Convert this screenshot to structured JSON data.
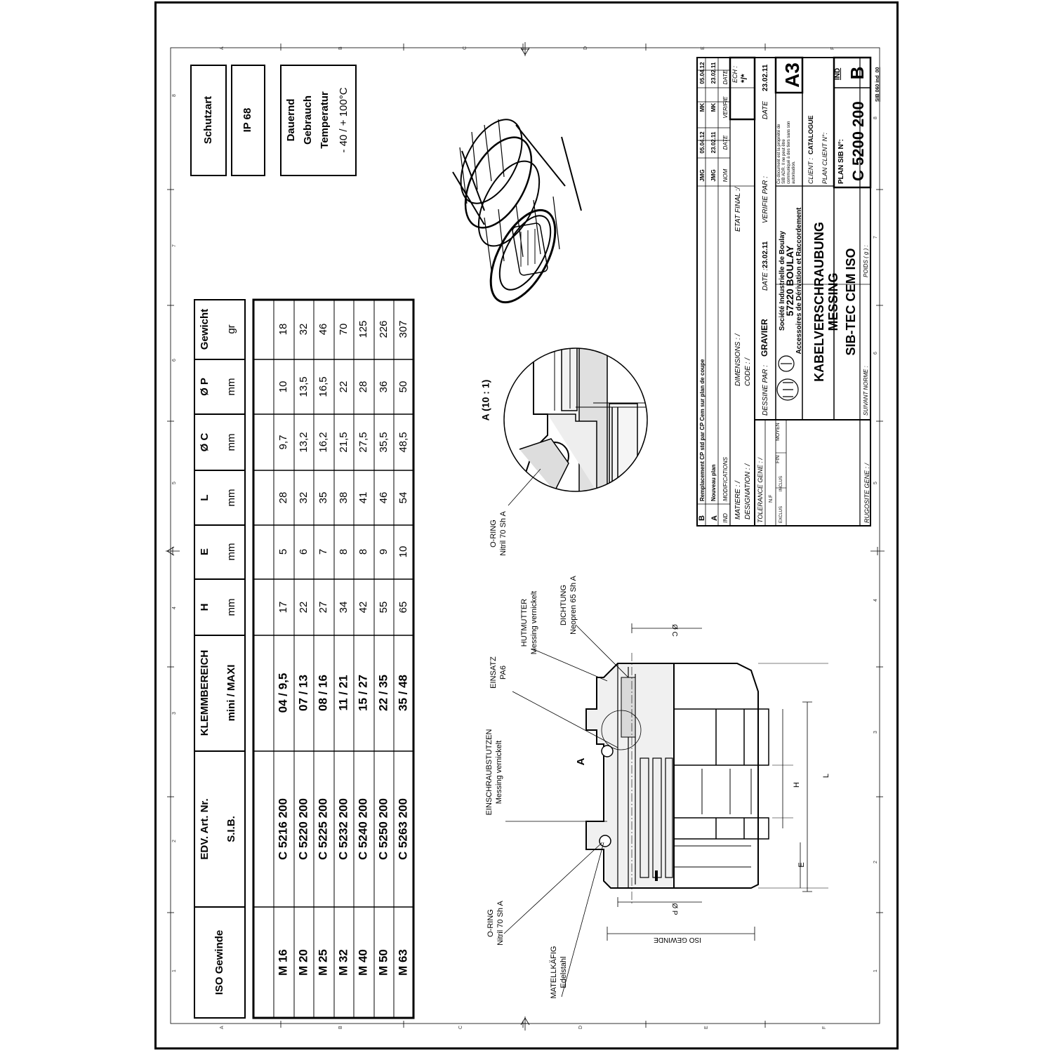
{
  "grid": {
    "letters": [
      "A",
      "B",
      "C",
      "D",
      "E",
      "F"
    ],
    "numbers": [
      "1",
      "2",
      "3",
      "4",
      "5",
      "6",
      "7",
      "8"
    ]
  },
  "table": {
    "headers": [
      {
        "l1": "ISO Gewinde",
        "l2": ""
      },
      {
        "l1": "EDV.  Art. Nr.",
        "l2": "S.I.B."
      },
      {
        "l1": "KLEMMBEREICH",
        "l2": "mini / MAXI"
      },
      {
        "l1": "H",
        "l2": "mm"
      },
      {
        "l1": "E",
        "l2": "mm"
      },
      {
        "l1": "L",
        "l2": "mm"
      },
      {
        "l1": "Ø C",
        "l2": "mm"
      },
      {
        "l1": "Ø P",
        "l2": "mm"
      },
      {
        "l1": "Gewicht",
        "l2": "gr"
      }
    ],
    "rows": [
      [
        "M 16",
        "C 5216 200",
        "04 / 9,5",
        "17",
        "5",
        "28",
        "9,7",
        "10",
        "18"
      ],
      [
        "M 20",
        "C 5220 200",
        "07 / 13",
        "22",
        "6",
        "32",
        "13,2",
        "13,5",
        "32"
      ],
      [
        "M 25",
        "C 5225 200",
        "08 / 16",
        "27",
        "7",
        "35",
        "16,2",
        "16,5",
        "46"
      ],
      [
        "M 32",
        "C 5232 200",
        "11 / 21",
        "34",
        "8",
        "38",
        "21,5",
        "22",
        "70"
      ],
      [
        "M 40",
        "C 5240 200",
        "15 / 27",
        "42",
        "8",
        "41",
        "27,5",
        "28",
        "125"
      ],
      [
        "M 50",
        "C 5250 200",
        "22 / 35",
        "55",
        "9",
        "46",
        "35,5",
        "36",
        "226"
      ],
      [
        "M 63",
        "C 5263 200",
        "35 / 48",
        "65",
        "10",
        "54",
        "48,5",
        "50",
        "307"
      ]
    ]
  },
  "specs": {
    "schutzart": "Schutzart",
    "ip": "IP 68",
    "temp_l1": "Dauernd",
    "temp_l2": "Gebrauch",
    "temp_l3": "Temperatur",
    "temp_l4": "- 40 / + 100°C"
  },
  "labels": {
    "o_ring_1": "O-RING",
    "o_ring_1_mat": "Nitril 70 Sh A",
    "mattellkafig": "MATELLKÄFIG",
    "mattellkafig_mat": "Edelstahl",
    "o_ring_2": "O-RING",
    "o_ring_2_mat": "Nitril 70 Sh A",
    "einschraub": "EINSCHRAUBSTUTZEN",
    "einschraub_mat": "Messing vernickelt",
    "einsatz": "EINSATZ",
    "einsatz_mat": "PA6",
    "hutmutter": "HUTMUTTER",
    "hutmutter_mat": "Messing vernickelt",
    "dichtung": "DICHTUNG",
    "dichtung_mat": "Neopren 65 Sh A",
    "detail_ref": "A",
    "detail_title": "A  (10 : 1)",
    "o_ring_3": "O-RING",
    "o_ring_3_mat": "Nitril 70 Sh A",
    "dim_iso": "ISO GEWINDE",
    "dim_p": "Ø P",
    "dim_c": "Ø C",
    "dim_e": "E",
    "dim_h": "H",
    "dim_l": "L"
  },
  "title_block": {
    "rev_b_ind": "B",
    "rev_b_text": "Remplacement CP std par CP Cem sur plan de coupe",
    "rev_b_nom": "JMG",
    "rev_b_date": "05.04.12",
    "rev_b_ver": "MK",
    "rev_b_vdate": "05.04.12",
    "rev_a_ind": "A",
    "rev_a_text": "Nouveau plan",
    "rev_a_nom": "JMG",
    "rev_a_date": "23.02.11",
    "rev_a_ver": "MK",
    "rev_a_vdate": "23.02.11",
    "hdr_ind": "IND",
    "hdr_mod": "MODIFICATIONS",
    "hdr_nom": "NOM",
    "hdr_date": "DATE",
    "hdr_verifie": "VERIFIE",
    "hdr_date2": "DATE",
    "matiere": "MATIERE :    /",
    "designation": "DESIGNATION :    /",
    "dimensions": "DIMENSIONS :  /",
    "code": "CODE :    /",
    "etat_final": "ETAT FINAL :/",
    "ech_label": "ECH :",
    "ech_value": "*/*",
    "tolerance": "TOLERANCE GENE :    /",
    "nf": "N.F",
    "exclus": "EXCLUS",
    "inclus": "INCLUS",
    "fin": "FIN",
    "moyen": "MOYEN",
    "dessine_par": "DESSINE PAR :",
    "dessine_nom": "GRAVIER",
    "date_label": "DATE :",
    "date_value": "23.02.11",
    "verifie_par": "VERIFIE PAR :",
    "date2_label": "DATE",
    "date2_value": "23.02.11",
    "company_l1": "Société Industrielle de Boulay",
    "company_l2": "57220 BOULAY",
    "company_l3": "Accessoires de Dérivation et Raccordement",
    "property_note_1": "Ce document est la propriété de",
    "property_note_2": "SIB ADR. Il ne peut être",
    "property_note_3": "communiqué à des tiers sans son",
    "property_note_4": "autorisation.",
    "format": "A3",
    "title_l1": "KABELVERSCHRAUBUNG",
    "title_l2": "MESSING",
    "title_l3": "SIB-TEC  CEM    ISO",
    "client_label": "CLIENT :",
    "client_value": "CATALOGUE",
    "plan_client": "PLAN CLIENT N°:",
    "plan_sib_label": "PLAN SIB N°:",
    "plan_sib_value": "C 5200 200",
    "ind_label": "IND",
    "ind_value": "B",
    "suivant_norme": "SUIVANT NORME :",
    "poids": "POIDS ( g ) :",
    "rugosite": "RUGOSITE GENE :    /",
    "ref_code": "SIB 060 ind_00"
  }
}
